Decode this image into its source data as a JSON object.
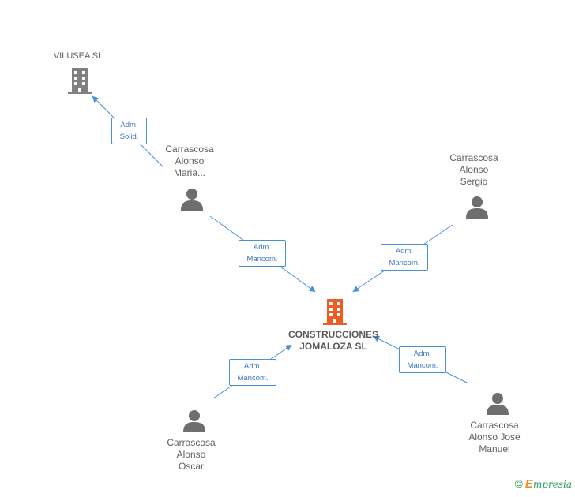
{
  "nodes": {
    "vilusea": {
      "label": "VILUSEA SL",
      "type": "company"
    },
    "construcciones": {
      "label": "CONSTRUCCIONES\nJOMALOZA SL",
      "type": "company-main"
    },
    "maria": {
      "label": "Carrascosa\nAlonso\nMaria...",
      "type": "person"
    },
    "sergio": {
      "label": "Carrascosa\nAlonso\nSergio",
      "type": "person"
    },
    "oscar": {
      "label": "Carrascosa\nAlonso\nOscar",
      "type": "person"
    },
    "jose_manuel": {
      "label": "Carrascosa\nAlonso Jose\nManuel",
      "type": "person"
    }
  },
  "edges": {
    "maria_vilusea": "Adm.\nSolid.",
    "maria_construcciones": "Adm.\nMancom.",
    "sergio_construcciones": "Adm.\nMancom.",
    "oscar_construcciones": "Adm.\nMancom.",
    "jose_construcciones": "Adm.\nMancom."
  },
  "footer": {
    "copyright_symbol": "©",
    "brand_initial": "E",
    "brand_rest": "mpresia"
  },
  "colors": {
    "edge": "#4a90d9",
    "company": "#808080",
    "company_main": "#f05a23",
    "person": "#6e6e6e"
  }
}
